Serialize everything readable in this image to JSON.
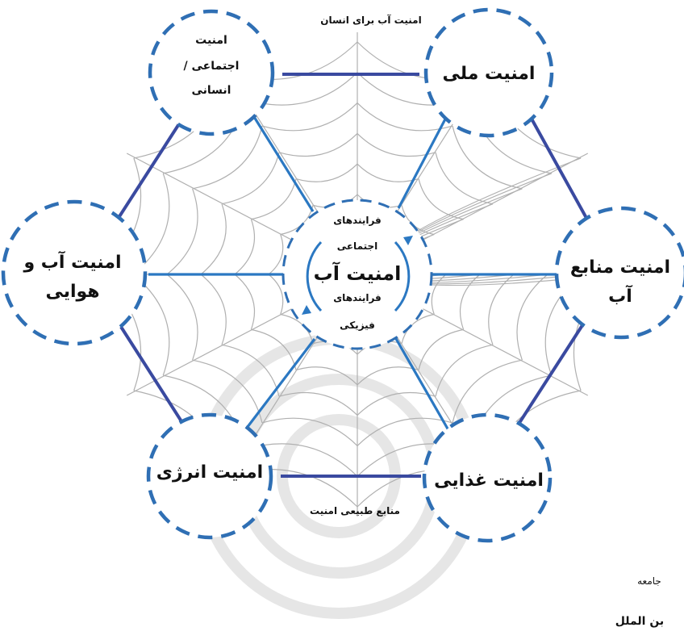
{
  "center": {
    "title": "امنیت آب",
    "top_label_1": "فرایندهای",
    "top_label_2": "اجتماعی",
    "bottom_label_1": "فرایندهای",
    "bottom_label_2": "فیزیکی"
  },
  "nodes": {
    "national": "امنیت ملی",
    "social_line1": "امنیت",
    "social_line2": "اجتماعی /",
    "social_line3": "انسانی",
    "water_resources_line1": "امنیت منابع",
    "water_resources_line2": "آب",
    "water_air_line1": "امنیت آب و",
    "water_air_line2": "هوایی",
    "energy": "امنیت انرژی",
    "food": "امنیت غذایی"
  },
  "edges": {
    "top": "امنیت آب برای انسان",
    "bottom": "منابع طبیعی امنیت"
  },
  "fragments": {
    "right_1": "جامعه",
    "right_2": "بن الملل"
  },
  "colors": {
    "blue_dashed": "#2f6fb4",
    "dark_edge": "#3a4aa0",
    "spoke": "#2b78c2",
    "web": "#b8b8b8",
    "watermark": "#e4e4e4"
  }
}
